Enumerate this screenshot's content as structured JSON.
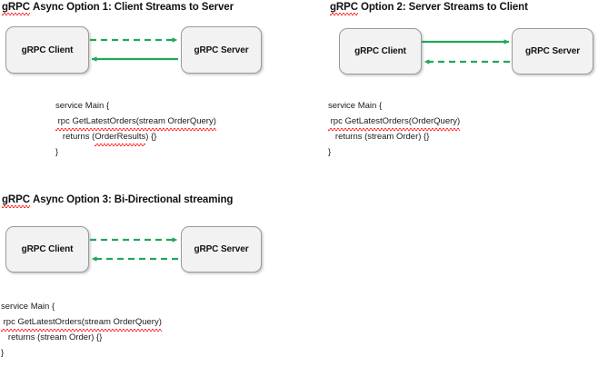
{
  "colors": {
    "arrow_green": "#1FA85A",
    "node_fill": "#F2F2F2",
    "node_border": "#9A9A9A",
    "spellcheck_red": "#FF2D2D",
    "text": "#111111",
    "background": "#FFFFFF"
  },
  "panels": [
    {
      "id": "option-1",
      "title": "gRPC Async Option 1: Client Streams to Server",
      "title_misspelled_word": "gRPC",
      "nodes": {
        "client": "gRPC Client",
        "server": "gRPC Server"
      },
      "arrows": [
        {
          "name": "client-to-server-stream",
          "style": "dashed",
          "direction": "right"
        },
        {
          "name": "server-to-client-response",
          "style": "solid",
          "direction": "left"
        }
      ],
      "code": {
        "lines": [
          "service Main {",
          " rpc GetLatestOrders(stream OrderQuery)",
          "   returns (OrderResults) {}",
          "}"
        ]
      }
    },
    {
      "id": "option-2",
      "title": "gRPC Option 2: Server Streams to Client",
      "title_misspelled_word": "gRPC",
      "nodes": {
        "client": "gRPC Client",
        "server": "gRPC Server"
      },
      "arrows": [
        {
          "name": "client-to-server-request",
          "style": "solid",
          "direction": "right"
        },
        {
          "name": "server-to-client-stream",
          "style": "dashed",
          "direction": "left"
        }
      ],
      "code": {
        "lines": [
          "service Main {",
          " rpc GetLatestOrders(OrderQuery)",
          "   returns (stream Order) {}",
          "}"
        ]
      }
    },
    {
      "id": "option-3",
      "title": "gRPC Async Option 3: Bi-Directional streaming",
      "title_misspelled_word": "gRPC",
      "nodes": {
        "client": "gRPC Client",
        "server": "gRPC Server"
      },
      "arrows": [
        {
          "name": "client-to-server-stream",
          "style": "dashed",
          "direction": "right"
        },
        {
          "name": "server-to-client-stream",
          "style": "dashed",
          "direction": "left"
        }
      ],
      "code": {
        "lines": [
          "service Main {",
          " rpc GetLatestOrders(stream OrderQuery)",
          "   returns (stream Order) {}",
          "}"
        ]
      }
    }
  ]
}
